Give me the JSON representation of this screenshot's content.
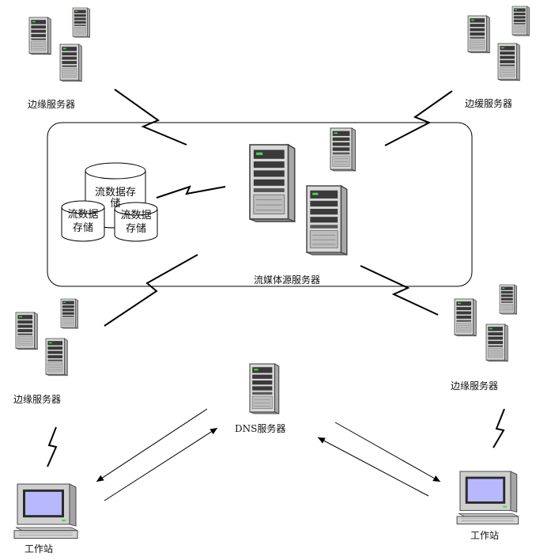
{
  "labels": {
    "edge_top_left": "边缘服务器",
    "edge_top_right": "边缓服务器",
    "edge_mid_left": "边缘服务器",
    "edge_mid_right": "边缘服务器",
    "origin_server": "流媒体源服务器",
    "dns_server": "DNS服务器",
    "workstation_left": "工作站",
    "workstation_right": "工作站"
  },
  "storage": {
    "large_line1": "流数据存",
    "large_line2": "储",
    "small_left_line1": "流数据",
    "small_left_line2": "存储",
    "small_right_line1": "流数据",
    "small_right_line2": "存储"
  },
  "colors": {
    "line": "#000000",
    "server_body": "#d9d9d9",
    "server_dark": "#3c3c3c",
    "screen": "#b8b8ff",
    "monitor_body": "#c8c8c8"
  },
  "icons": {
    "server": "server-tower-icon",
    "workstation": "desktop-computer-icon",
    "database": "database-cylinder-icon",
    "link": "lightning-link-icon",
    "request": "arrow-icon"
  }
}
